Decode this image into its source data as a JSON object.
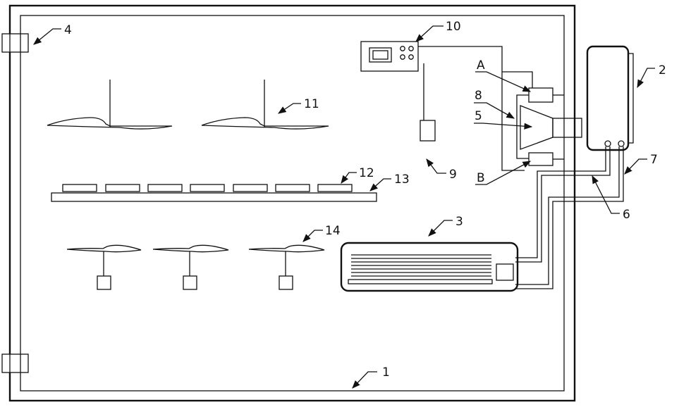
{
  "labels": {
    "l1": "1",
    "l2": "2",
    "l3": "3",
    "l4": "4",
    "l5": "5",
    "l6": "6",
    "l7": "7",
    "l8": "8",
    "l9": "9",
    "l10": "10",
    "l11": "11",
    "l12": "12",
    "l13": "13",
    "l14": "14",
    "lA": "A",
    "lB": "B"
  }
}
